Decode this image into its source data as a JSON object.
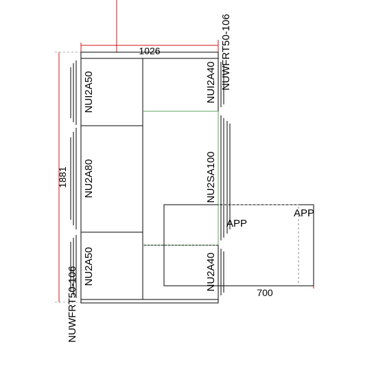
{
  "colors": {
    "outline": "#000000",
    "dimension": "#d01010",
    "filler": "#60a060",
    "dashed": "#888888",
    "appliance": "#000000"
  },
  "dimensions": {
    "width": "1026",
    "height": "1881",
    "appliance_width": "700"
  },
  "cabinets": {
    "top_left": "NUI2A50",
    "middle_left": "NU2A80",
    "bottom_left": "NU2A50",
    "top_right": "NUI2A40",
    "middle_right": "NU2SA100",
    "bottom_right": "NU2A40"
  },
  "fillers": {
    "top_right": "NUWFRT50-106",
    "bottom_left": "NUWFRT50-106"
  },
  "appliances": {
    "inner": "APP",
    "outer": "APP"
  }
}
